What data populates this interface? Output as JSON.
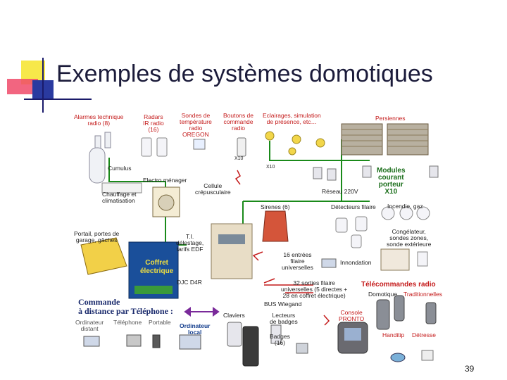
{
  "slide": {
    "title": "Exemples de systèmes domotiques",
    "page_number": "39"
  },
  "diagram": {
    "labels": {
      "alarmes": "Alarmes technique\nradio (8)",
      "radars": "Radars\nIR radio\n(16)",
      "sondes": "Sondes de\ntempérature\nradio\nOREGON",
      "boutons": "Boutons de\ncommande\nradio",
      "eclairages": "Eclairages, simulation\nde présence, etc…",
      "persiennes": "Persiennes",
      "x10a": "X10",
      "x10b": "X10",
      "cumulus": "Cumulus",
      "electro": "Electro ménager",
      "cellule": "Cellule\ncrépusculaire",
      "chauffage": "Chauffage et\nclimatisation",
      "reseau": "Réseau 220V",
      "modules": "Modules\ncourant\nporteur\nX10",
      "sirenes": "Sirenes (6)",
      "detecteurs": "Détecteurs filaire",
      "incendie": "Incendie, gaz",
      "portail": "Portail, portes de\ngarage, gâches",
      "ti": "T.I.\ndélestage,\ntarifs EDF",
      "congelateur": "Congélateur,\nsondes zones,\nsonde extérieure",
      "coffret": "Coffret\nélectrique",
      "entrees": "16 entrées\nfilaire\nuniverselles",
      "innondation": "Innondation",
      "djc": "DJC D4R",
      "sorties": "32 sorties filaire\nuniverselles (5 directes +\n28 en coffret électrique)",
      "telecommandes": "Télécommandes radio",
      "domotique": "Domotique",
      "traditionnelles": "Traditionnelles",
      "commande": "Commande\nà distance par Téléphone :",
      "ordinateur_distant": "Ordinateur\ndistant",
      "telephone": "Téléphone",
      "portable": "Portable",
      "ordinateur_local": "Ordinateur\nlocal",
      "bus": "BUS Wiegand",
      "claviers": "Claviers",
      "lecteurs": "Lecteurs\nde badges",
      "console": "Console\nPRONTO",
      "badges": "Badges\n(16)",
      "handitip": "Handitip",
      "detresse": "Détresse"
    },
    "colors": {
      "red": "#c41a1a",
      "green": "#1a8a1a",
      "blue": "#123c8c",
      "coffret": "#1a4f9a",
      "bulb": "#f2d64a"
    }
  }
}
